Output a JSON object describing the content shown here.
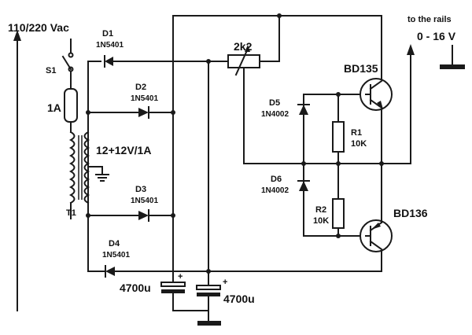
{
  "labels": {
    "mains": "110/220 Vac",
    "switch": "S1",
    "fuse": "1A",
    "secondary": "12+12V/1A",
    "transformer": "T1",
    "d1_name": "D1",
    "d1_part": "1N5401",
    "d2_name": "D2",
    "d2_part": "1N5401",
    "d3_name": "D3",
    "d3_part": "1N5401",
    "d4_name": "D4",
    "d4_part": "1N5401",
    "pot": "2k2",
    "d5_name": "D5",
    "d5_part": "1N4002",
    "d6_name": "D6",
    "d6_part": "1N4002",
    "r1_name": "R1",
    "r1_value": "10K",
    "r2_name": "R2",
    "r2_value": "10K",
    "q1": "BD135",
    "q2": "BD136",
    "c1": "4700u",
    "c2": "4700u",
    "c1_plus": "+",
    "c2_plus": "+",
    "out_title": "to the rails",
    "out_range": "0 - 16 V"
  }
}
